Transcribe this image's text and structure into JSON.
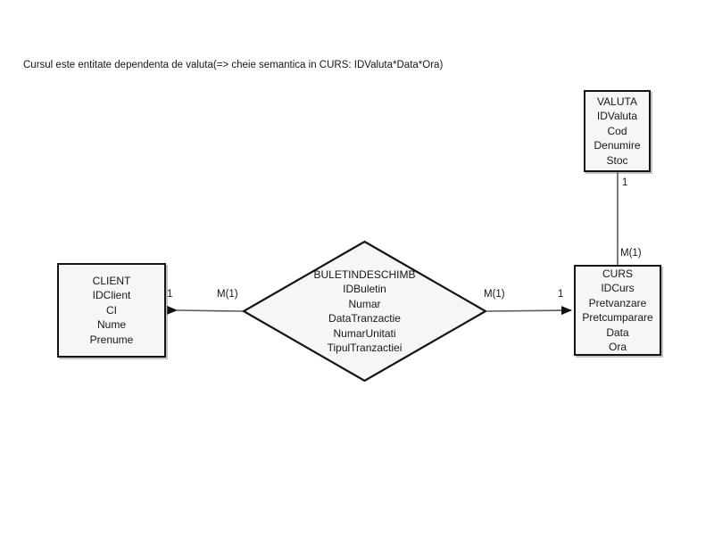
{
  "diagram": {
    "caption": "Cursul este entitate dependenta de valuta(=> cheie semantica in CURS: IDValuta*Data*Ora)",
    "background_color": "#ffffff",
    "shape_fill_color": "#f6f6f6",
    "shape_border_color": "#141414",
    "connector_color": "#5a5a5a",
    "text_color": "#171717"
  },
  "entities": [
    {
      "id": "valuta",
      "title": "VALUTA",
      "attributes": [
        "IDValuta",
        "Cod",
        "Denumire",
        "Stoc"
      ]
    },
    {
      "id": "client",
      "title": "CLIENT",
      "attributes": [
        "IDClient",
        "CI",
        "Nume",
        "Prenume"
      ]
    },
    {
      "id": "curs",
      "title": "CURS",
      "attributes": [
        "IDCurs",
        "Pretvanzare",
        "Pretcumparare",
        "Data",
        "Ora"
      ]
    }
  ],
  "relationship": {
    "id": "buletindeschimb",
    "title": "BULETINDESCHIMB",
    "attributes": [
      "IDBuletin",
      "Numar",
      "DataTranzactie",
      "NumarUnitati",
      "TipulTranzactiei"
    ]
  },
  "connectors": [
    {
      "id": "client-buletindeschimb",
      "from": "buletindeschimb",
      "to": "client",
      "arrow": "left",
      "near_entity_label": "1",
      "near_relationship_label": "M(1)"
    },
    {
      "id": "buletindeschimb-curs",
      "from": "buletindeschimb",
      "to": "curs",
      "arrow": "right",
      "near_entity_label": "1",
      "near_relationship_label": "M(1)"
    },
    {
      "id": "valuta-curs",
      "from": "valuta",
      "to": "curs",
      "arrow": "none",
      "near_entity_label": "1",
      "near_relationship_label": "M(1)"
    }
  ],
  "labels": {
    "client_one": "1",
    "diamond_left_many": "M(1)",
    "diamond_right_many": "M(1)",
    "curs_one": "1",
    "valuta_one": "1",
    "curs_many": "M(1)"
  }
}
